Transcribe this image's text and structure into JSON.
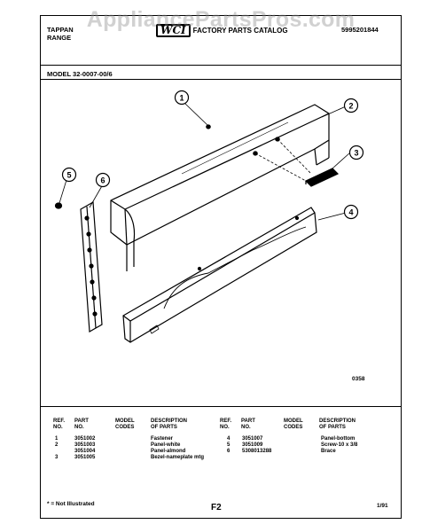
{
  "watermark": "AppliancePartsPros.com",
  "header": {
    "brand_line1": "TAPPAN",
    "brand_line2": "RANGE",
    "logo_text": "WCI",
    "catalog_title": "FACTORY PARTS CATALOG",
    "doc_number": "5995201844"
  },
  "model": "MODEL 32-0007-00/6",
  "diagram": {
    "code": "0358",
    "callouts": [
      "1",
      "2",
      "3",
      "4",
      "5",
      "6"
    ]
  },
  "table": {
    "headers": {
      "ref_no": [
        "REF.",
        "NO."
      ],
      "part_no": [
        "PART",
        "NO."
      ],
      "model_codes": [
        "MODEL",
        "CODES"
      ],
      "description": [
        "DESCRIPTION",
        "OF PARTS"
      ]
    },
    "left_rows": [
      {
        "ref": "1",
        "part": "3051002",
        "desc": "Fastener"
      },
      {
        "ref": "2",
        "part": "3051003",
        "desc": "Panel-white"
      },
      {
        "ref": "",
        "part": "3051004",
        "desc": "Panel-almond"
      },
      {
        "ref": "3",
        "part": "3051005",
        "desc": "Bezel-nameplate mtg"
      }
    ],
    "right_rows": [
      {
        "ref": "4",
        "part": "3051007",
        "desc": "Panel-bottom"
      },
      {
        "ref": "5",
        "part": "3051009",
        "desc": "Screw-10 x 3/8"
      },
      {
        "ref": "6",
        "part": "5308013288",
        "desc": "Brace"
      }
    ]
  },
  "footer": {
    "note": "* = Not Illustrated",
    "page": "F2",
    "date": "1/91"
  }
}
